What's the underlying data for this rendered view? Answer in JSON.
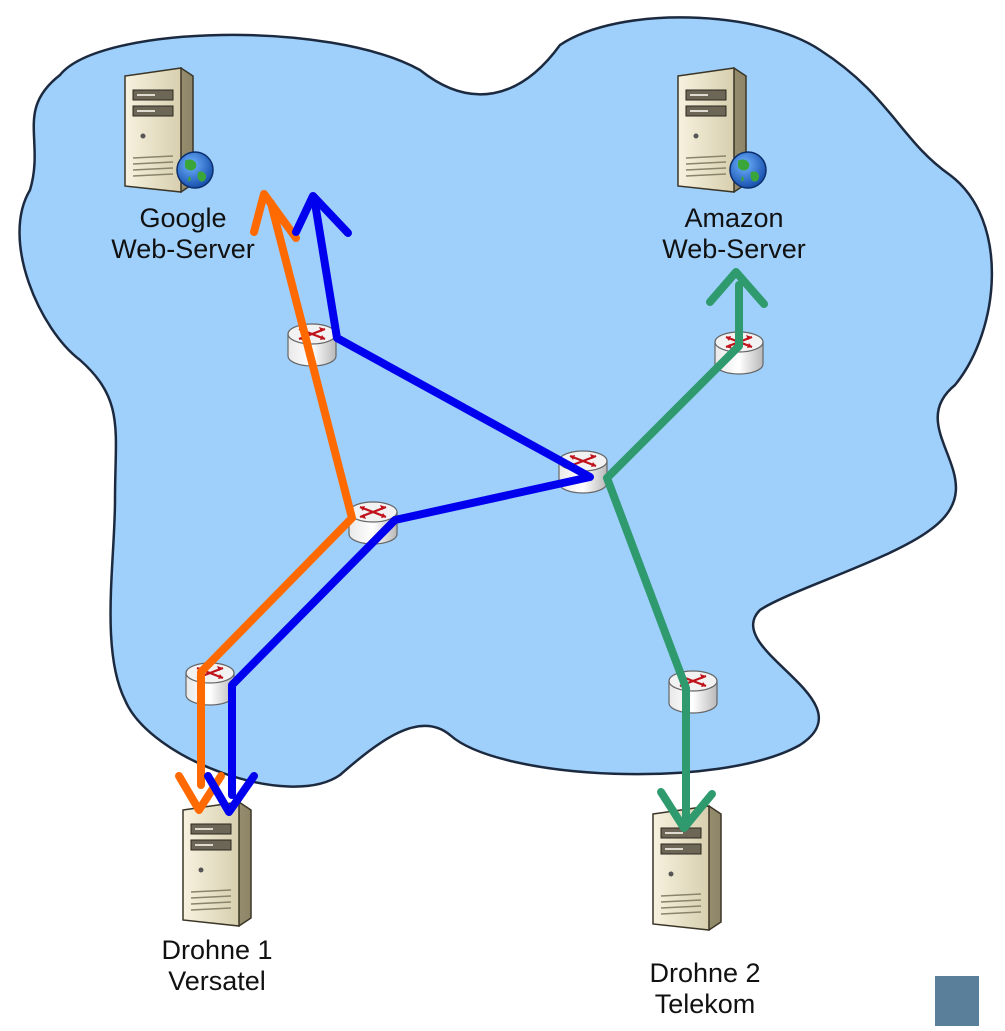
{
  "colors": {
    "cloud_fill": "#9fcffb",
    "cloud_stroke": "#1c2a40",
    "route_orange": "#ff6a00",
    "route_blue": "#0000ee",
    "route_green": "#2e9a6e",
    "corner_tile": "#5a7f9a"
  },
  "nodes": {
    "google": {
      "line1": "Google",
      "line2": "Web-Server",
      "icon": "web-server-globe-icon"
    },
    "amazon": {
      "line1": "Amazon",
      "line2": "Web-Server",
      "icon": "web-server-globe-icon"
    },
    "drone1": {
      "line1": "Drohne 1",
      "line2": "Versatel",
      "icon": "server-tower-icon"
    },
    "drone2": {
      "line1": "Drohne 2",
      "line2": "Telekom",
      "icon": "server-tower-icon"
    }
  },
  "routers": {
    "count_shown": 6,
    "icon": "router-icon"
  },
  "routes": [
    {
      "id": "orange",
      "color": "#ff6a00",
      "from": "Drohne 1",
      "to": "Google Web-Server"
    },
    {
      "id": "blue",
      "color": "#0000ee",
      "from": "Drohne 1",
      "to": "Google Web-Server"
    },
    {
      "id": "green",
      "color": "#2e9a6e",
      "from": "Drohne 2",
      "to": "Amazon Web-Server"
    }
  ]
}
